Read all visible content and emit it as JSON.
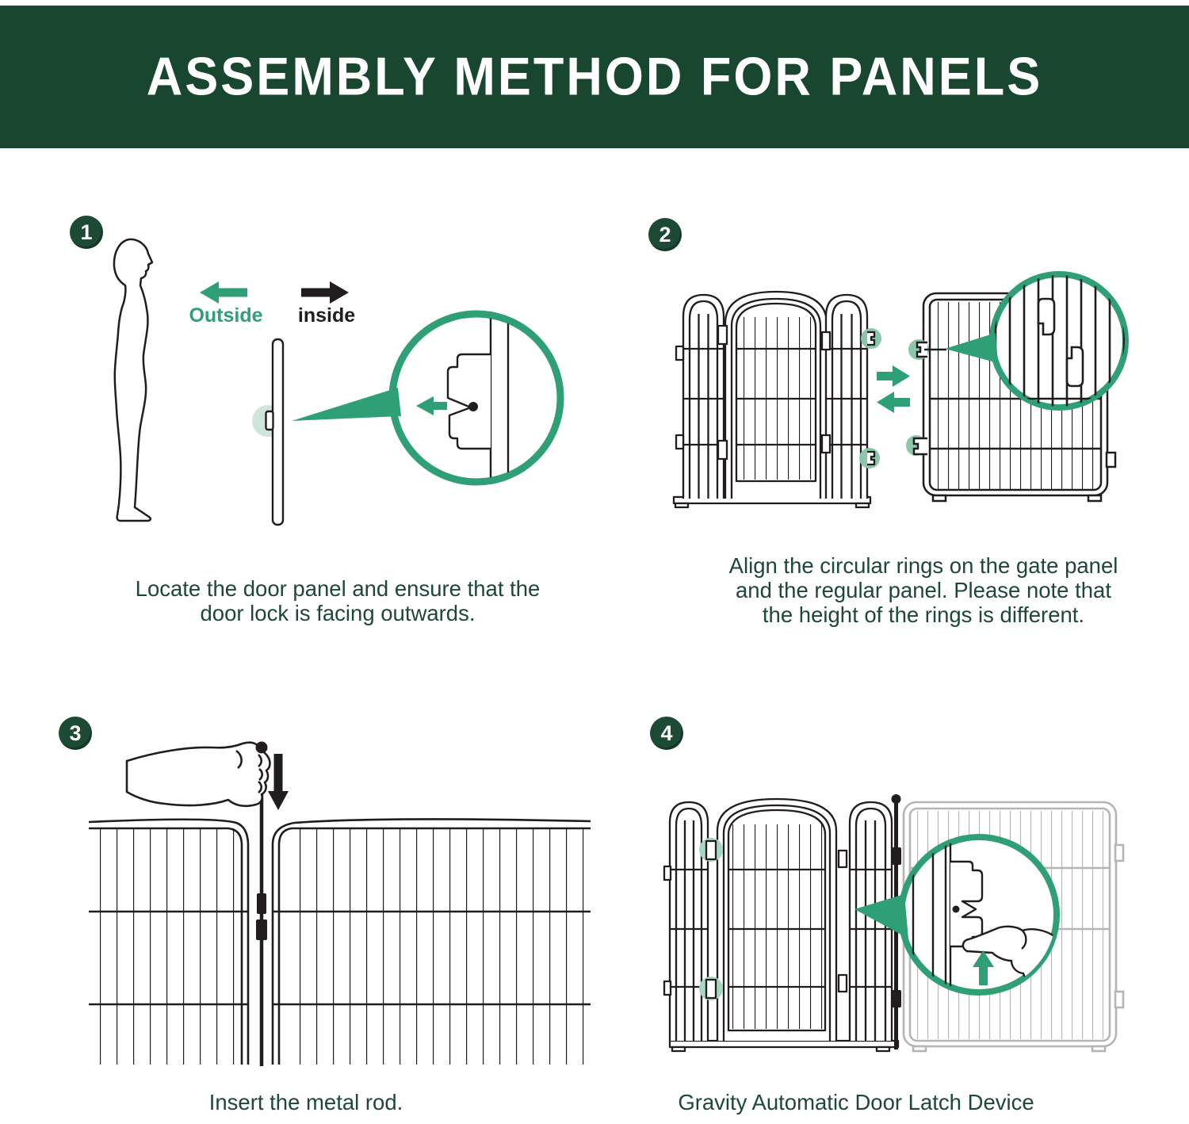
{
  "page": {
    "title": "ASSEMBLY METHOD FOR PANELS"
  },
  "labels": {
    "outside": "Outside",
    "inside": "inside"
  },
  "steps": [
    {
      "number": "1",
      "caption": "Locate the door panel and ensure that the door lock is facing outwards.",
      "caption_lines": [
        "Locate the door panel and ensure that the",
        "door lock is facing outwards."
      ]
    },
    {
      "number": "2",
      "caption": "Align the circular rings on the gate panel and the regular panel. Please note that the height of the rings is different.",
      "caption_lines": [
        "Align the circular rings on the gate panel",
        "and the regular panel. Please note that",
        "the height of the rings is different."
      ]
    },
    {
      "number": "3",
      "caption": "Insert the metal rod.",
      "caption_lines": [
        "Insert the metal rod."
      ]
    },
    {
      "number": "4",
      "caption": "Gravity Automatic Door Latch Device",
      "caption_lines": [
        "Gravity Automatic Door Latch Device"
      ]
    }
  ],
  "colors": {
    "header_bg": "#18462f",
    "badge_bg": "#1c4a35",
    "caption_text": "#1e4737",
    "accent_green": "#2f9f75",
    "highlight_green": "#8cc7a9",
    "highlight_green_soft": "#a9d6c0",
    "highlight_green_pale": "#cfe5da",
    "line_black": "#211d1e",
    "panel_gray": "#b5b5b5",
    "title_text": "#ffffff"
  }
}
